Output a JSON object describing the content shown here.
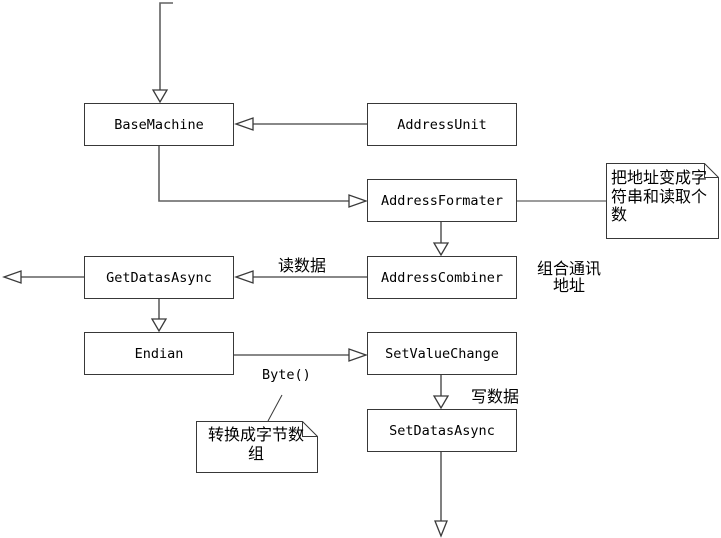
{
  "diagram": {
    "nodes": {
      "base_machine": "BaseMachine",
      "address_unit": "AddressUnit",
      "address_formater": "AddressFormater",
      "get_datas_async": "GetDatasAsync",
      "address_combiner": "AddressCombiner",
      "endian": "Endian",
      "set_value_change": "SetValueChange",
      "set_datas_async": "SetDatasAsync"
    },
    "notes": {
      "format_note": "把地址变成字符串和读取个数",
      "byte_note": "转换成字节数组"
    },
    "labels": {
      "read_data": "读数据",
      "combine_address": "组合通讯\n地址",
      "byte_call": "Byte()",
      "write_data": "写数据"
    },
    "colors": {
      "background": "#ffffff",
      "node_border": "#383838",
      "node_fill": "#ffffff",
      "connector": "#606060",
      "arrow_stroke": "#3a3a3a",
      "text": "#000000"
    }
  }
}
